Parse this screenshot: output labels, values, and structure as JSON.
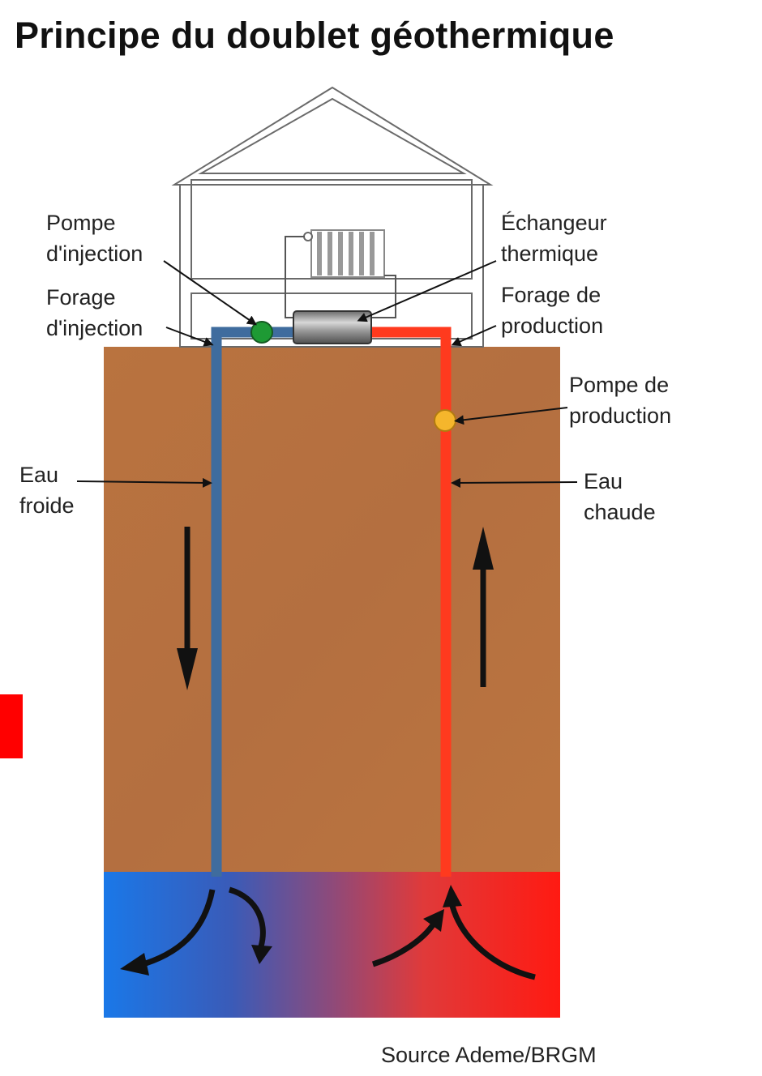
{
  "title": "Principe du doublet géothermique",
  "labels": {
    "pompe_injection": [
      "Pompe",
      "d'injection"
    ],
    "forage_injection": [
      "Forage",
      "d'injection"
    ],
    "echangeur": [
      "Échangeur",
      "thermique"
    ],
    "forage_production": [
      "Forage de",
      "production"
    ],
    "pompe_production": [
      "Pompe de",
      "production"
    ],
    "eau_froide": [
      "Eau",
      "froide"
    ],
    "eau_chaude": [
      "Eau",
      "chaude"
    ]
  },
  "source": "Source Ademe/BRGM",
  "colors": {
    "cold_pipe": "#3f6c9e",
    "hot_pipe": "#ff3a1e",
    "soil": "#b8713f",
    "aquifer_cold": "#1a78e8",
    "aquifer_hot": "#ff1a12",
    "injection_pump": "#1e9a34",
    "production_pump": "#f5b62c",
    "side_marker": "#ff0000"
  }
}
